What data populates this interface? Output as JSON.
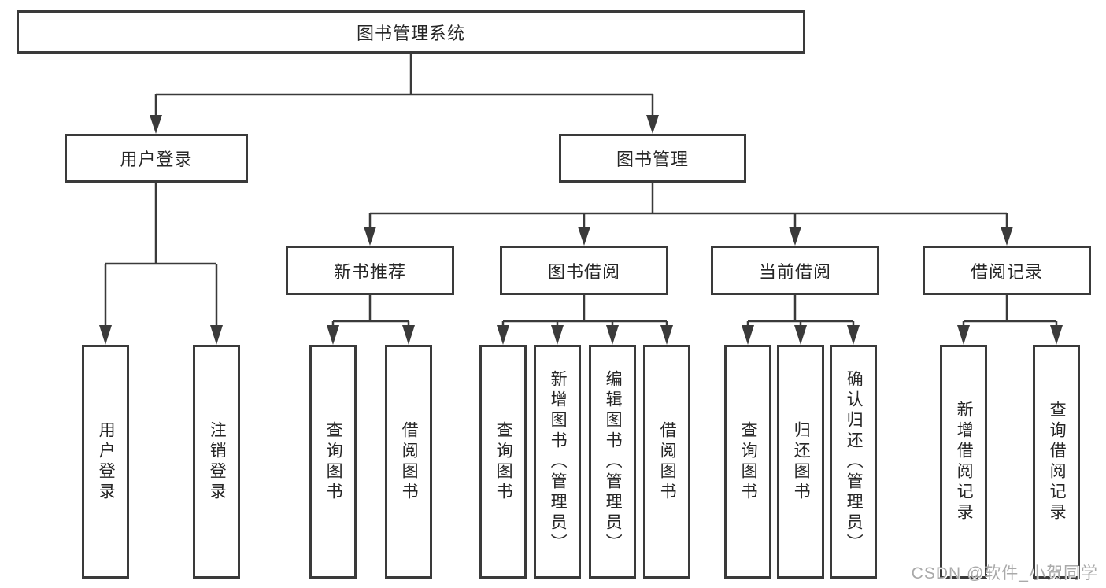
{
  "diagram": {
    "root": {
      "label": "图书管理系统"
    },
    "level2": [
      {
        "id": "user-login",
        "label": "用户登录"
      },
      {
        "id": "book-management",
        "label": "图书管理"
      }
    ],
    "level3": [
      {
        "id": "new-book-recommend",
        "label": "新书推荐"
      },
      {
        "id": "book-borrowing",
        "label": "图书借阅"
      },
      {
        "id": "current-borrowing",
        "label": "当前借阅"
      },
      {
        "id": "borrowing-records",
        "label": "借阅记录"
      }
    ],
    "leaves": [
      {
        "parent": "user-login",
        "label": "用户登录"
      },
      {
        "parent": "user-login",
        "label": "注销登录"
      },
      {
        "parent": "new-book-recommend",
        "label": "查询图书"
      },
      {
        "parent": "new-book-recommend",
        "label": "借阅图书"
      },
      {
        "parent": "book-borrowing",
        "label": "查询图书"
      },
      {
        "parent": "book-borrowing",
        "label": "新增图书（管理员）"
      },
      {
        "parent": "book-borrowing",
        "label": "编辑图书（管理员）"
      },
      {
        "parent": "book-borrowing",
        "label": "借阅图书"
      },
      {
        "parent": "current-borrowing",
        "label": "查询图书"
      },
      {
        "parent": "current-borrowing",
        "label": "归还图书"
      },
      {
        "parent": "current-borrowing",
        "label": "确认归还（管理员）"
      },
      {
        "parent": "borrowing-records",
        "label": "新增借阅记录"
      },
      {
        "parent": "borrowing-records",
        "label": "查询借阅记录"
      }
    ],
    "watermark": "CSDN @软件_小贺同学",
    "colors": {
      "line": "#3a3a3a",
      "text": "#262626",
      "box_background": "#ffffff",
      "watermark": "#a9a9a9"
    }
  }
}
